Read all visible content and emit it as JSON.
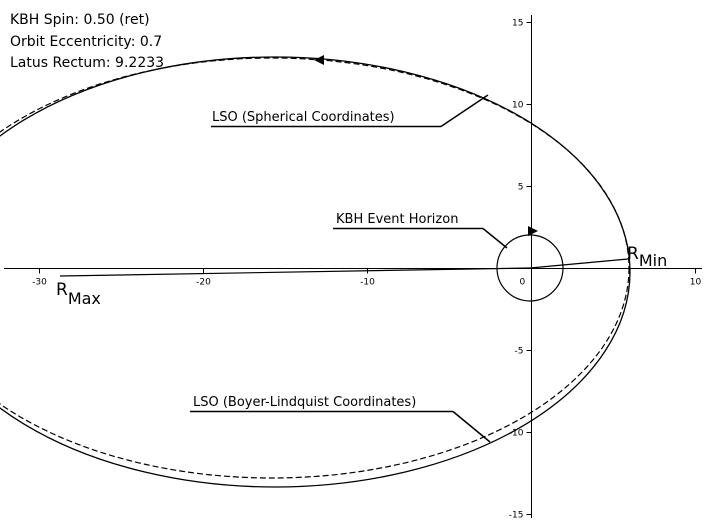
{
  "info": {
    "spin": "KBH Spin: 0.50 (ret)",
    "eccentricity": "Orbit Eccentricity: 0.7",
    "latus_rectum": "Latus Rectum: 9.2233"
  },
  "axes": {
    "x_ticks": [
      {
        "value": -30,
        "label": "-30"
      },
      {
        "value": -20,
        "label": "-20"
      },
      {
        "value": -10,
        "label": "-10"
      },
      {
        "value": 0,
        "label": "0"
      },
      {
        "value": 10,
        "label": "10"
      }
    ],
    "y_ticks": [
      {
        "value": 15,
        "label": "15"
      },
      {
        "value": 10,
        "label": "10"
      },
      {
        "value": 5,
        "label": "5"
      },
      {
        "value": -5,
        "label": "-5"
      },
      {
        "value": -10,
        "label": "-10"
      },
      {
        "value": -15,
        "label": "-15"
      }
    ]
  },
  "labels": {
    "lso_spherical": "LSO (Spherical Coordinates)",
    "event_horizon": "KBH Event Horizon",
    "lso_boyer": "LSO (Boyer-Lindquist Coordinates)",
    "r_min_base": "R",
    "r_min_sub": "Min",
    "r_max_base": "R",
    "r_max_sub": "Max"
  },
  "colors": {
    "line": "#000000",
    "background": "#ffffff"
  }
}
